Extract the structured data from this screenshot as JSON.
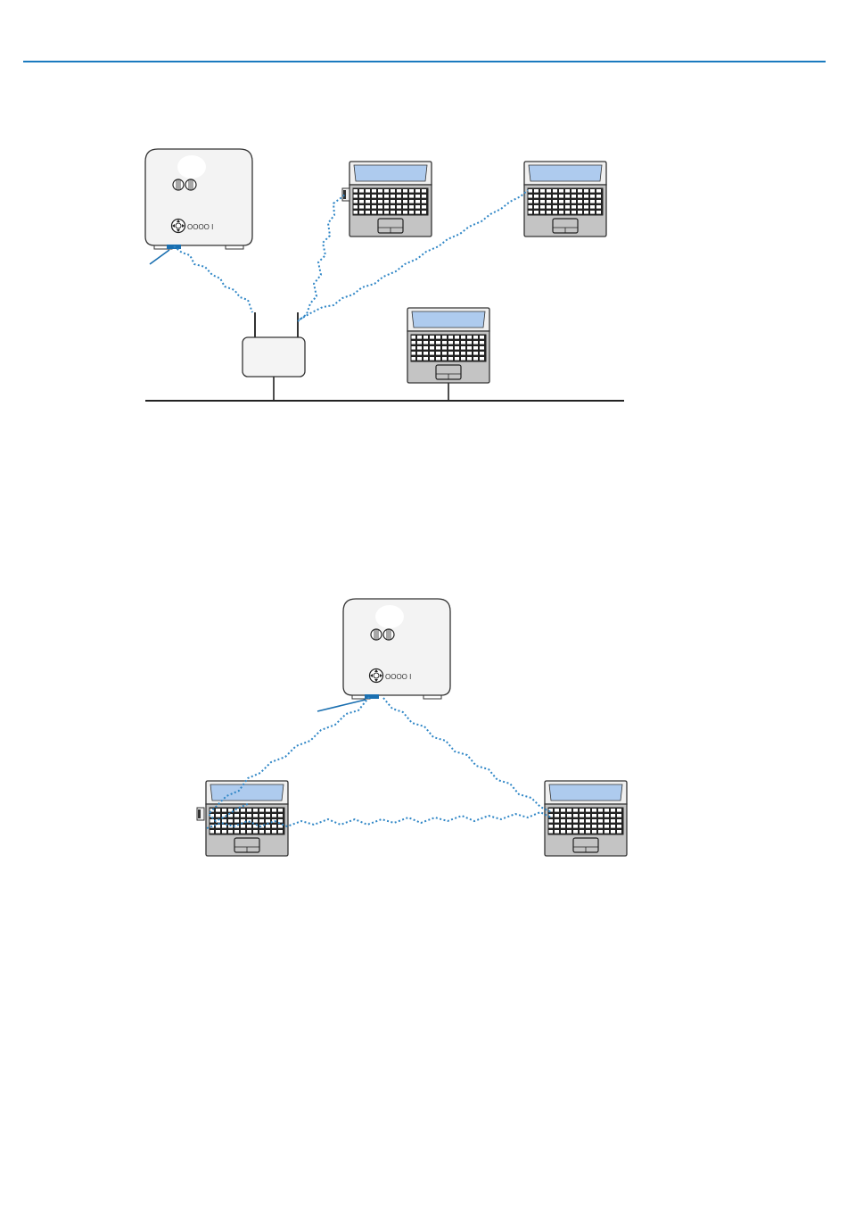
{
  "header": {
    "rule_color": "#1a7abf"
  },
  "colors": {
    "wireless_link": "#2f86c6",
    "pointer_line": "#1a6fb0",
    "screen": "#aecbee",
    "laptop_body": "#c4c4c4",
    "projector_body": "#f3f3f3",
    "outline": "#333333"
  },
  "infrastructure_diagram": {
    "devices": [
      {
        "type": "projector",
        "label_text": "OOOO I"
      },
      {
        "type": "access-point"
      },
      {
        "type": "laptop",
        "role": "with-usb-adapter"
      },
      {
        "type": "laptop",
        "role": "wireless"
      },
      {
        "type": "laptop",
        "role": "wired-lan"
      }
    ],
    "links": [
      {
        "from": "projector",
        "to": "access-point",
        "kind": "wireless"
      },
      {
        "from": "access-point",
        "to": "laptop-usb",
        "kind": "wireless"
      },
      {
        "from": "access-point",
        "to": "laptop-wireless",
        "kind": "wireless"
      },
      {
        "from": "access-point",
        "to": "lan-backbone",
        "kind": "wired"
      },
      {
        "from": "laptop-wired",
        "to": "lan-backbone",
        "kind": "wired"
      }
    ]
  },
  "adhoc_diagram": {
    "devices": [
      {
        "type": "projector",
        "label_text": "OOOO I"
      },
      {
        "type": "laptop",
        "role": "with-usb-adapter"
      },
      {
        "type": "laptop",
        "role": "wireless"
      }
    ],
    "links": [
      {
        "from": "projector",
        "to": "laptop-left",
        "kind": "wireless"
      },
      {
        "from": "projector",
        "to": "laptop-right",
        "kind": "wireless"
      },
      {
        "from": "laptop-left",
        "to": "laptop-right",
        "kind": "wireless"
      }
    ]
  }
}
